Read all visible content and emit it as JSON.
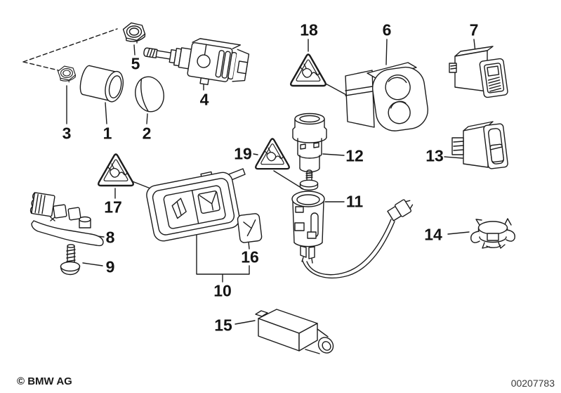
{
  "diagram": {
    "part_labels": [
      "1",
      "2",
      "3",
      "4",
      "5",
      "6",
      "7",
      "8",
      "9",
      "10",
      "11",
      "12",
      "13",
      "14",
      "15",
      "16",
      "17",
      "18",
      "19"
    ],
    "warning_icon": "plug-cord-warning-triangle",
    "footer": {
      "copyright": "© BMW AG",
      "document_number": "00207783"
    },
    "colors": {
      "line": "#1c1c1c",
      "background": "#ffffff"
    }
  }
}
